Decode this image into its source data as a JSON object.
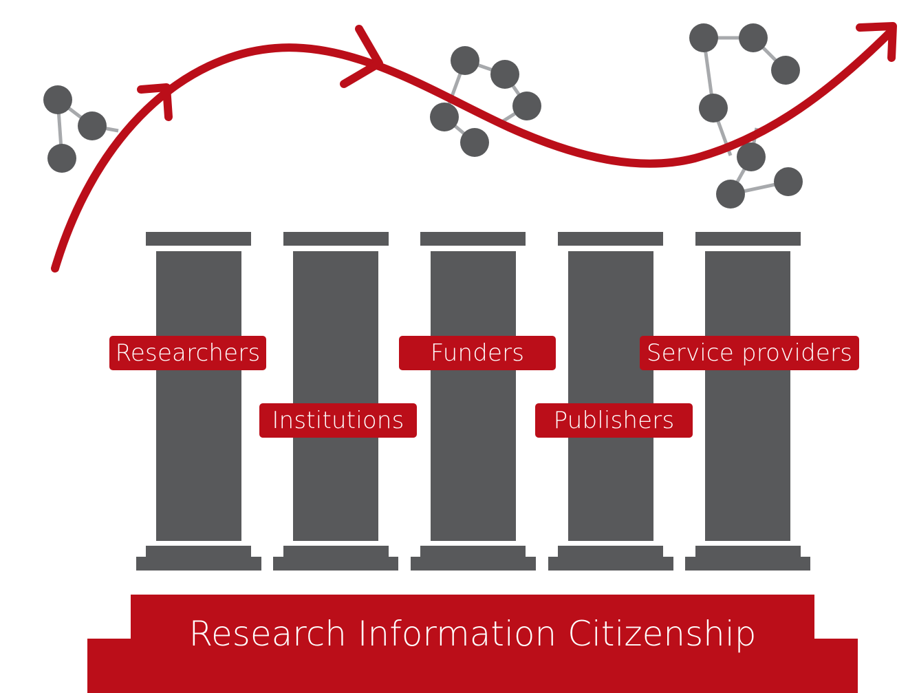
{
  "colors": {
    "accent_red": "#bb0e19",
    "pillar_gray": "#58595b",
    "link_gray": "#a7a9ac",
    "background": "#ffffff"
  },
  "pillars": [
    {
      "label": "Researchers"
    },
    {
      "label": "Institutions"
    },
    {
      "label": "Funders"
    },
    {
      "label": "Publishers"
    },
    {
      "label": "Service providers"
    }
  ],
  "foundation": {
    "label": "Research Information Citizenship"
  },
  "icons": {
    "trajectory": "arrow-curve-icon",
    "networks": "network-molecule-icon"
  }
}
